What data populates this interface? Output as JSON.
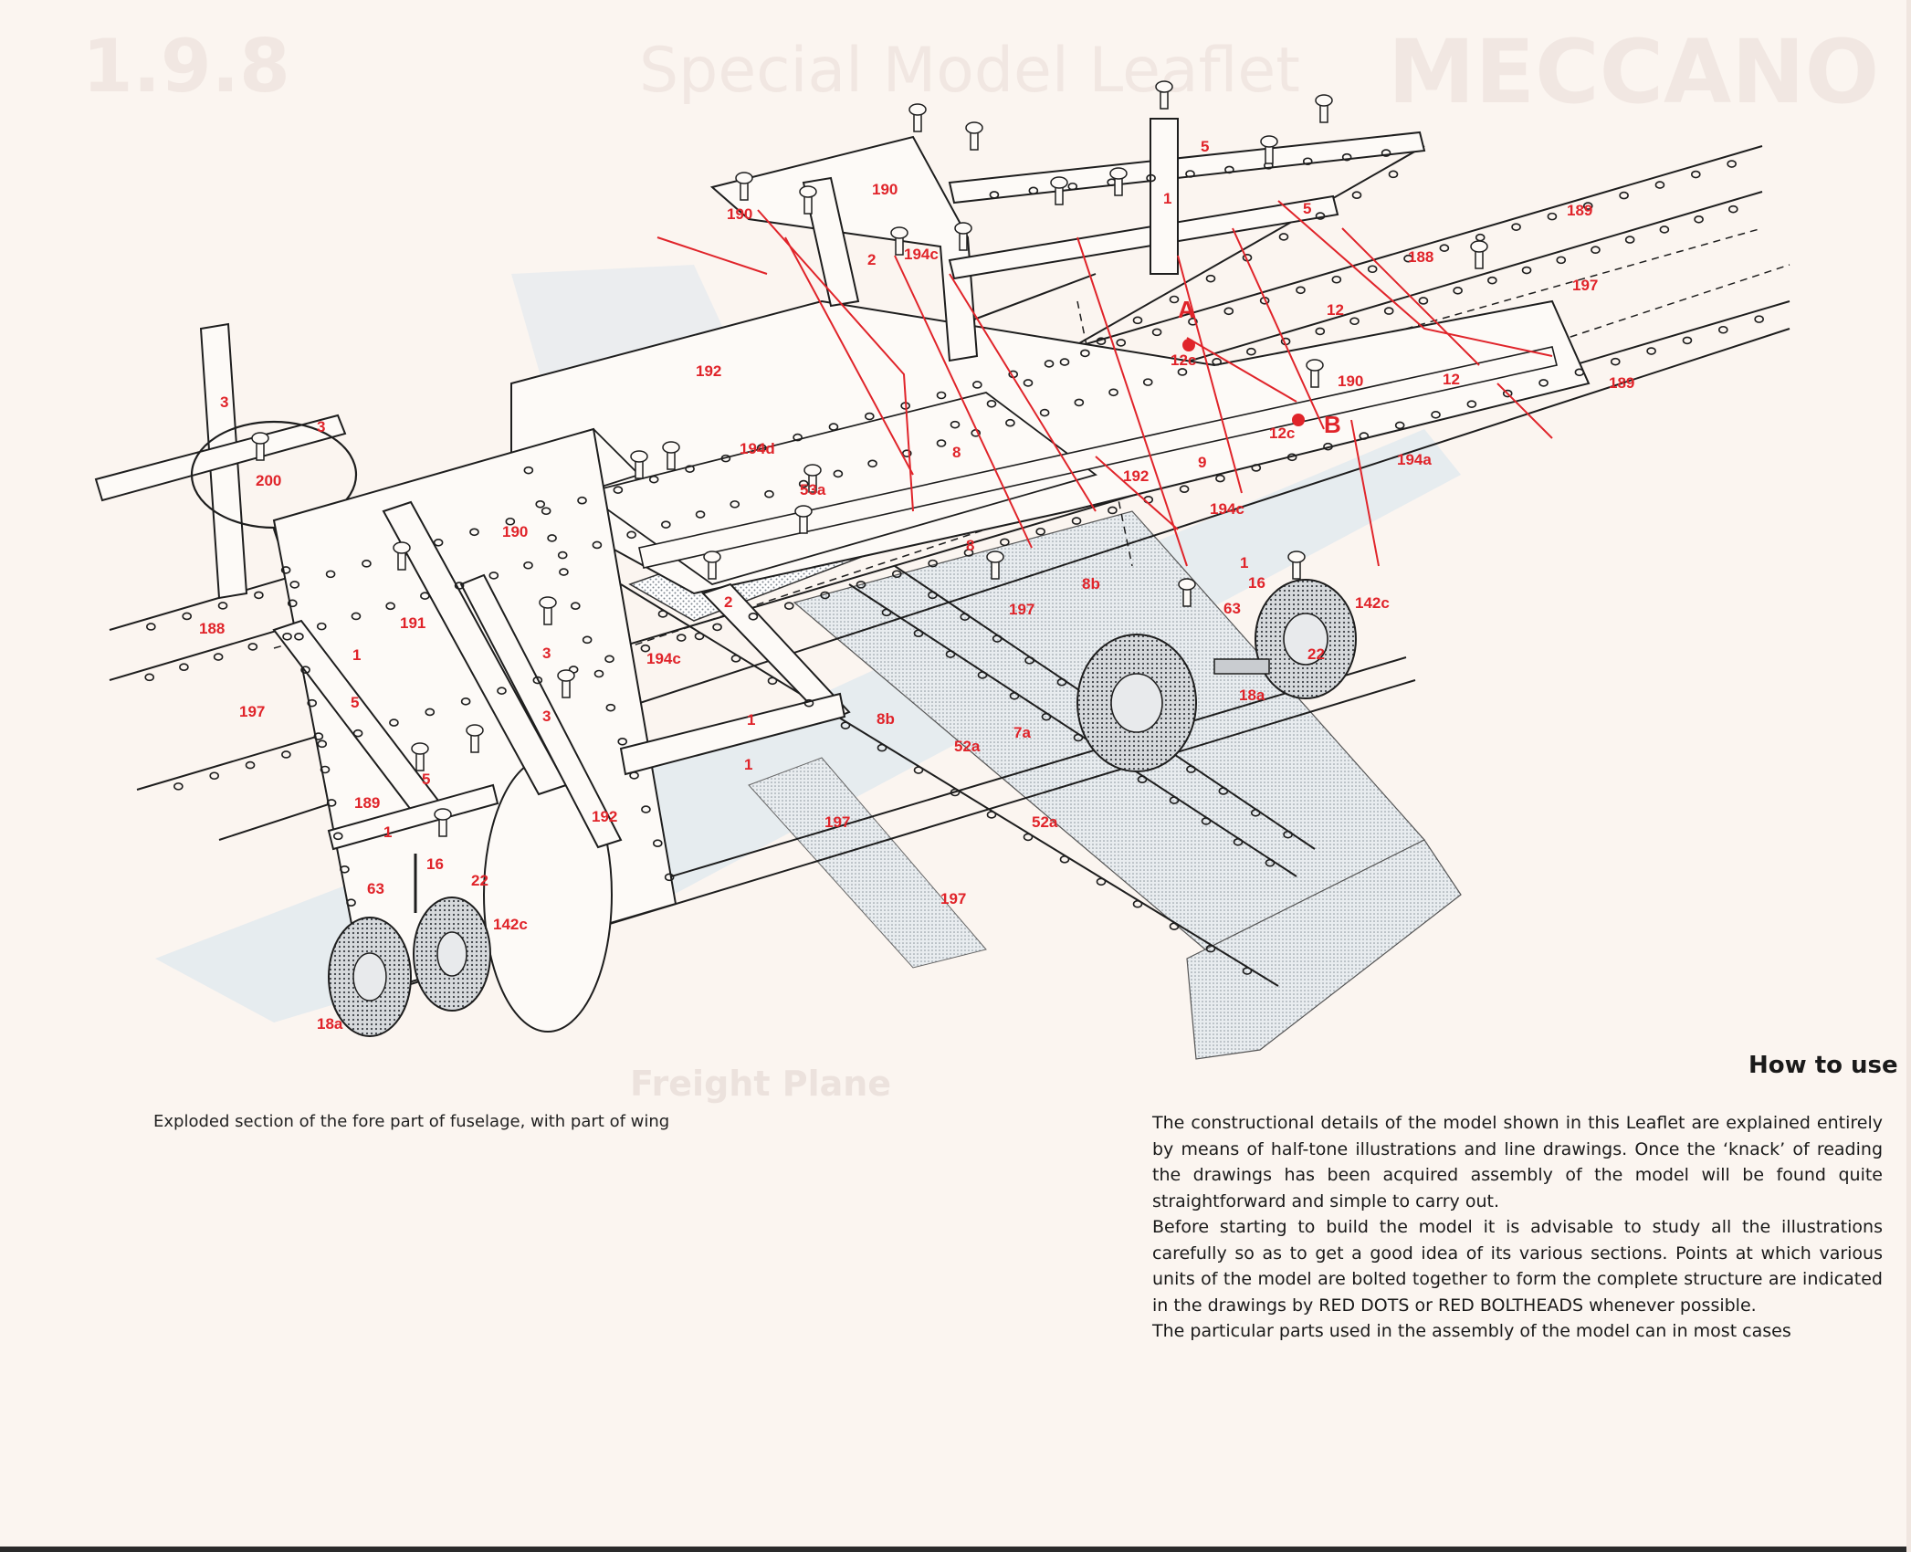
{
  "header": {
    "brand": "MECCANO",
    "subtitle": "Special Model Leaflet",
    "number": "1.9.8"
  },
  "background_title": "Freight Plane",
  "caption": "Exploded section of the fore part of fuselage, with part of  wing",
  "how_to_use": {
    "heading": "How to use",
    "paragraphs": [
      "The constructional details of the model shown in this Leaflet are explained entirely by means of half-tone illustrations and line drawings. Once the ‘knack’ of reading the drawings has been acquired assembly of the model will be found quite straightforward and simple to carry out.",
      "Before starting to build the model it is advisable to study all the illustrations carefully so as to get a good idea of its various sections. Points at which various units of the model are bolted together to form the complete structure are indicated in the drawings by RED DOTS or RED BOLTHEADS whenever possible.",
      "The particular parts used in the assembly of the model can in most cases"
    ]
  },
  "part_labels": {
    "p190a": "190",
    "p190b": "190",
    "p190c": "190",
    "p190d": "190",
    "p192a": "192",
    "p192b": "192",
    "p192c": "192",
    "p194d": "194d",
    "p194c_a": "194c",
    "p194c_b": "194c",
    "p194c_c": "194c",
    "p194a": "194a",
    "p53a": "53a",
    "p52a_a": "52a",
    "p52a_b": "52a",
    "p8a": "8",
    "p8b": "8",
    "p8b_a": "8b",
    "p8b_b": "8b",
    "p9": "9",
    "p7a": "7a",
    "p200": "200",
    "p191": "191",
    "p188a": "188",
    "p188b": "188",
    "p189a": "189",
    "p189b": "189",
    "p189c": "189",
    "p197a": "197",
    "p197b": "197",
    "p197c": "197",
    "p197d": "197",
    "p197e": "197",
    "p3a": "3",
    "p3b": "3",
    "p3c": "3",
    "p3d": "3",
    "p5a": "5",
    "p5b": "5",
    "p5c": "5",
    "p5d": "5",
    "p1a": "1",
    "p1b": "1",
    "p1c": "1",
    "p1d": "1",
    "p1e": "1",
    "p1f": "1",
    "p2a": "2",
    "p2b": "2",
    "p12a": "12",
    "p12b": "12",
    "p12c_a": "12c",
    "p12c_b": "12c",
    "p16a": "16",
    "p16b": "16",
    "p63a": "63",
    "p63b": "63",
    "p22a": "22",
    "p22b": "22",
    "p142c_a": "142c",
    "p142c_b": "142c",
    "p18a_a": "18a",
    "p18a_b": "18a",
    "markA": "A",
    "markB": "B"
  },
  "colors": {
    "paper": "#fbf5f0",
    "ink": "#1e1e1e",
    "accent_red": "#e0242a",
    "stipple": "#b8c0c8",
    "ghost_blue": "#d6e4ee"
  }
}
